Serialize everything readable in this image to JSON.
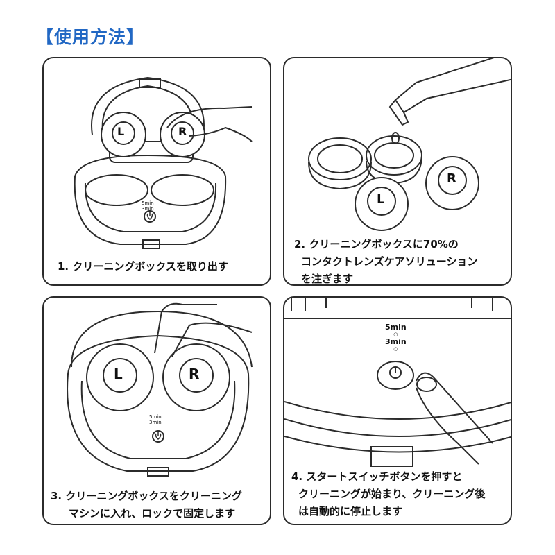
{
  "title": "【使用方法】",
  "steps": [
    {
      "lines": [
        "1. クリーニングボックスを取り出す"
      ]
    },
    {
      "lines": [
        "2. クリーニングボックスに70%の",
        "コンタクトレンズケアソリューション",
        "を注ぎます"
      ]
    },
    {
      "lines": [
        "3. クリーニングボックスをクリーニング",
        "マシンに入れ、ロックで固定します"
      ]
    },
    {
      "lines": [
        "4. スタートスイッチボタンを押すと",
        "クリーニングが始まり、クリーニング後",
        "は自動的に停止します"
      ]
    }
  ],
  "case_labels": {
    "left": "L",
    "right": "R"
  },
  "timer_labels": [
    "5min",
    "3min"
  ],
  "colors": {
    "title": "#2268c4",
    "line": "#2b2b2b"
  },
  "icons": [
    "power-icon",
    "hand-icon",
    "bottle-icon"
  ]
}
